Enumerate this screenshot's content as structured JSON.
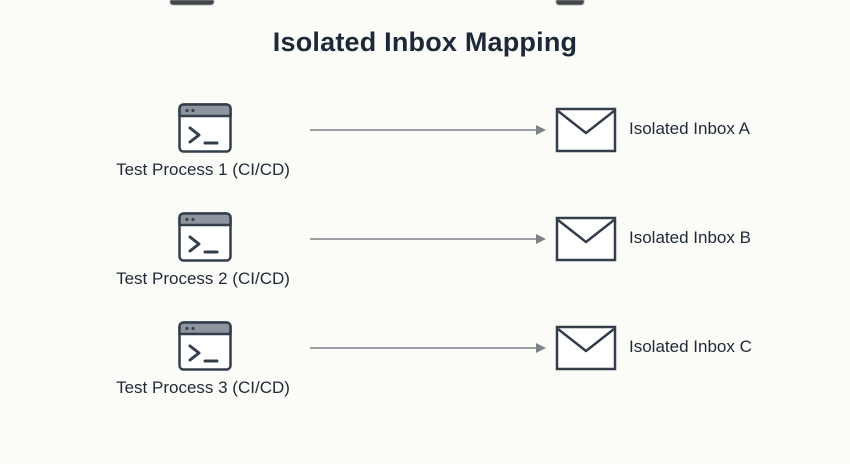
{
  "title": "Isolated Inbox Mapping",
  "rows": [
    {
      "process": "Test Process 1 (CI/CD)",
      "inbox": "Isolated Inbox A"
    },
    {
      "process": "Test Process 2 (CI/CD)",
      "inbox": "Isolated Inbox B"
    },
    {
      "process": "Test Process 3 (CI/CD)",
      "inbox": "Isolated Inbox C"
    }
  ],
  "icons": {
    "source": "terminal-window-icon",
    "connector": "arrow-right-icon",
    "target": "envelope-icon"
  },
  "colors": {
    "background": "#fbfbf8",
    "text": "#1f2a37",
    "outline": "#343e4b",
    "terminal_header": "#8d969f",
    "arrow": "#7d8288"
  }
}
